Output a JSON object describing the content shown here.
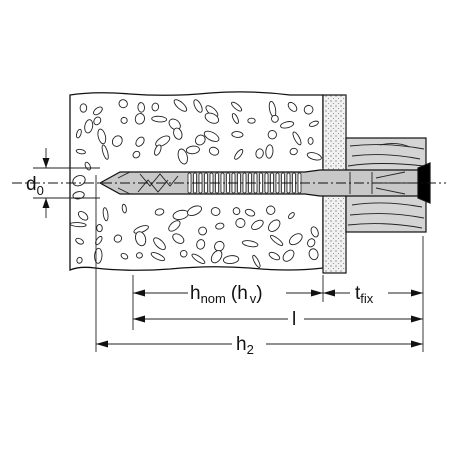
{
  "labels": {
    "d": "d",
    "d_sub": "0",
    "hnom_h": "h",
    "hnom_sub": "nom",
    "hv_open": "(h",
    "hv_sub": "v",
    "hv_close": ")",
    "tfix_t": "t",
    "tfix_sub": "fix",
    "l": "l",
    "h2_h": "h",
    "h2_sub": "2"
  },
  "colors": {
    "line": "#111111",
    "concrete": "#e6e6e6",
    "plaster": "#f1f1f1",
    "wood": "#d4d4d4",
    "anchor": "#c8c8c8",
    "background": "#ffffff"
  }
}
